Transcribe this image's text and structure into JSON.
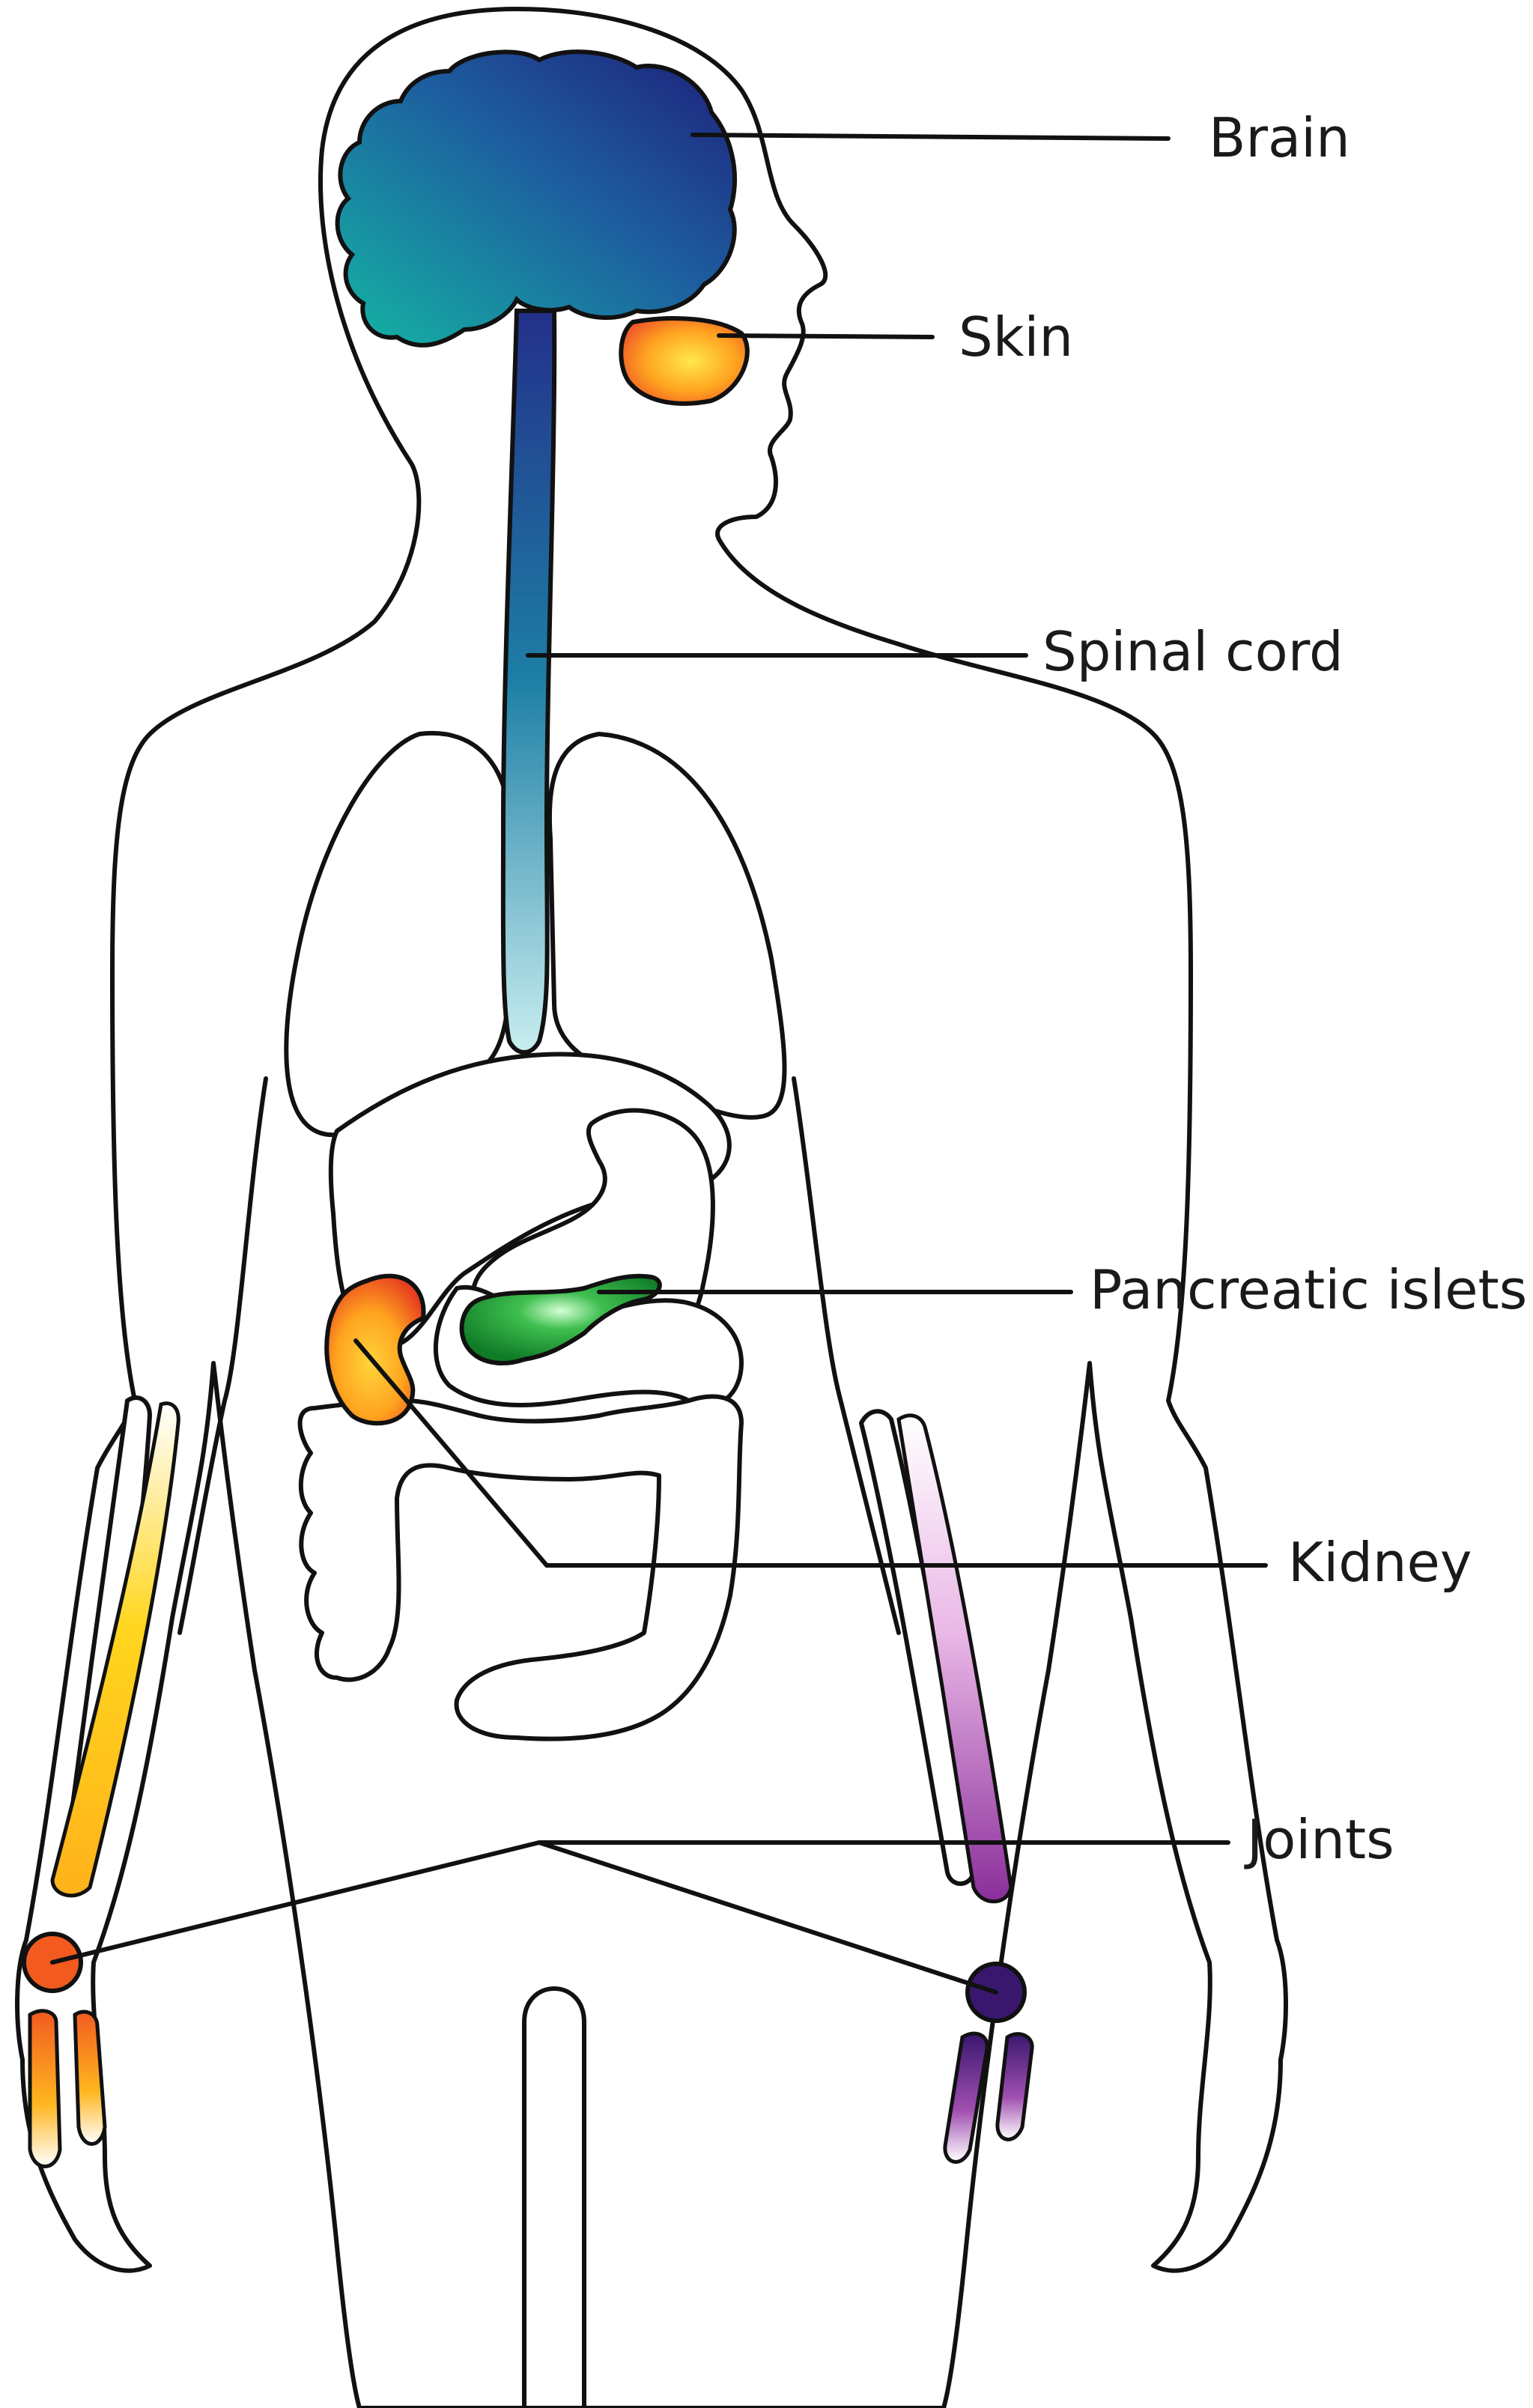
{
  "labels": {
    "brain": "Brain",
    "skin": "Skin",
    "spinal_cord": "Spinal cord",
    "pancreatic_islets": "Pancreatic islets",
    "kidney": "Kidney",
    "joints": "Joints"
  },
  "colors": {
    "brain_start": "#14b5a3",
    "brain_end": "#1f1f7a",
    "spinal_top": "#23308a",
    "spinal_bottom": "#c9eef0",
    "skin_center": "#ffe84a",
    "skin_edge": "#f05a28",
    "kidney_center": "#ffd43a",
    "kidney_edge": "#e8401f",
    "pancreas_center": "#d6ffd6",
    "pancreas_edge": "#0f7a27",
    "left_arm_joint": "#f25a1f",
    "left_arm_bone": "#ffd61f",
    "right_arm_joint": "#3a176e",
    "right_arm_bone": "#8a2e9a"
  }
}
